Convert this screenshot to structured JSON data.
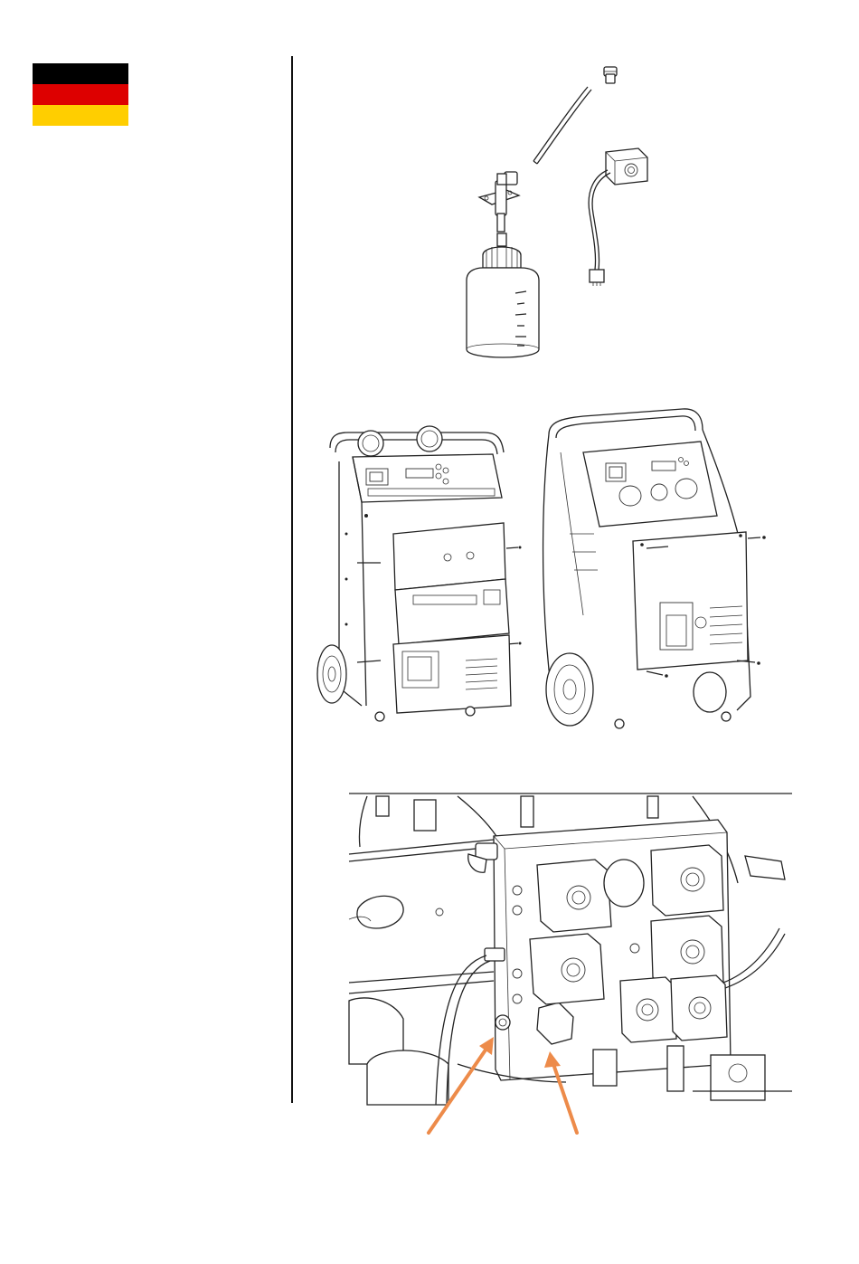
{
  "flag": {
    "name": "german-flag",
    "stripes": [
      "#000000",
      "#dd0000",
      "#ffce00"
    ]
  },
  "colors": {
    "line": "#222222",
    "arrow": "#ed8b4a"
  },
  "figures": [
    {
      "name": "oil-bottle-kit-drawing",
      "icons": [
        "bottle-icon",
        "valve-icon",
        "hose-icon",
        "fitting-icon",
        "solenoid-coil-icon"
      ]
    },
    {
      "name": "service-units-drawing",
      "icons": [
        "small-unit-icon",
        "large-unit-icon"
      ]
    },
    {
      "name": "valve-block-drawing",
      "icons": [
        "valve-block-icon",
        "arrow-icon",
        "arrow-icon"
      ]
    }
  ]
}
